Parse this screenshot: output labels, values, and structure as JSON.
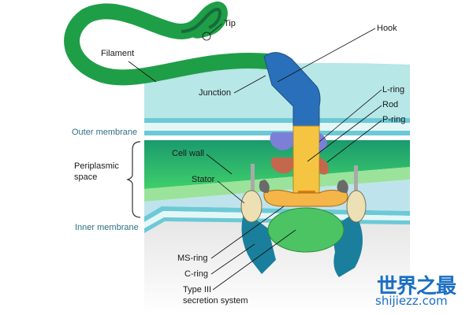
{
  "diagram": {
    "subject": "Bacterial flagellum structure",
    "labels": {
      "tip": "Tip",
      "hook": "Hook",
      "filament": "Filament",
      "junction": "Junction",
      "l_ring": "L-ring",
      "rod": "Rod",
      "p_ring": "P-ring",
      "outer_membrane": "Outer membrane",
      "periplasmic_space_line1": "Periplasmic",
      "periplasmic_space_line2": "space",
      "cell_wall": "Cell wall",
      "stator": "Stator",
      "inner_membrane": "Inner membrane",
      "ms_ring": "MS-ring",
      "c_ring": "C-ring",
      "type3_line1": "Type III",
      "type3_line2": "secretion system"
    },
    "colors": {
      "filament": "#1f9e48",
      "hook": "#2a6fba",
      "rod": "#f5c542",
      "l_ring": "#7b80d6",
      "p_ring": "#c4674c",
      "stator": "#ede0b4",
      "ms_ring": "#f5b548",
      "c_ring": "#1a7f9c",
      "type3": "#4cc463",
      "cell_wall": "#2bb868",
      "extracellular": "#b7e7e6",
      "cytoplasm": "#ececec",
      "membrane_label": "#2f6f86"
    }
  },
  "watermark": {
    "title": "世界之最",
    "domain": "shijiezz.com"
  }
}
